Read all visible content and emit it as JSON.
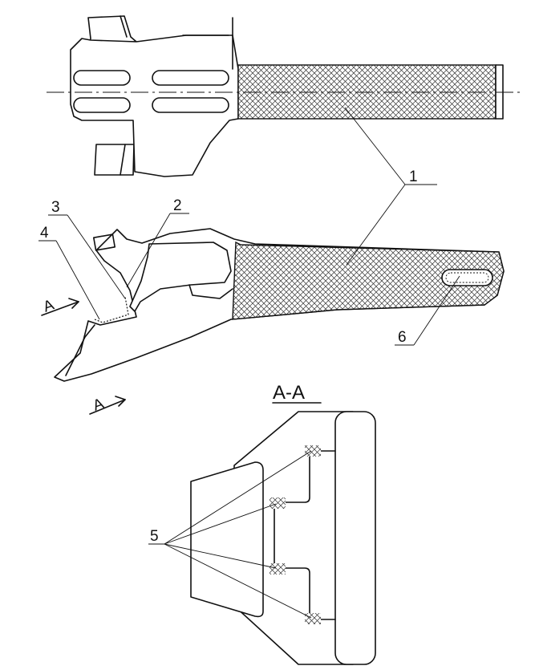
{
  "labels": {
    "l1": "1",
    "l2": "2",
    "l3": "3",
    "l4": "4",
    "l5": "5",
    "l6": "6",
    "section_mark_1": "A",
    "section_mark_2": "A",
    "section_title": "A-A"
  },
  "colors": {
    "line": "#111111",
    "background": "#ffffff",
    "hatch": "crosshatch"
  }
}
